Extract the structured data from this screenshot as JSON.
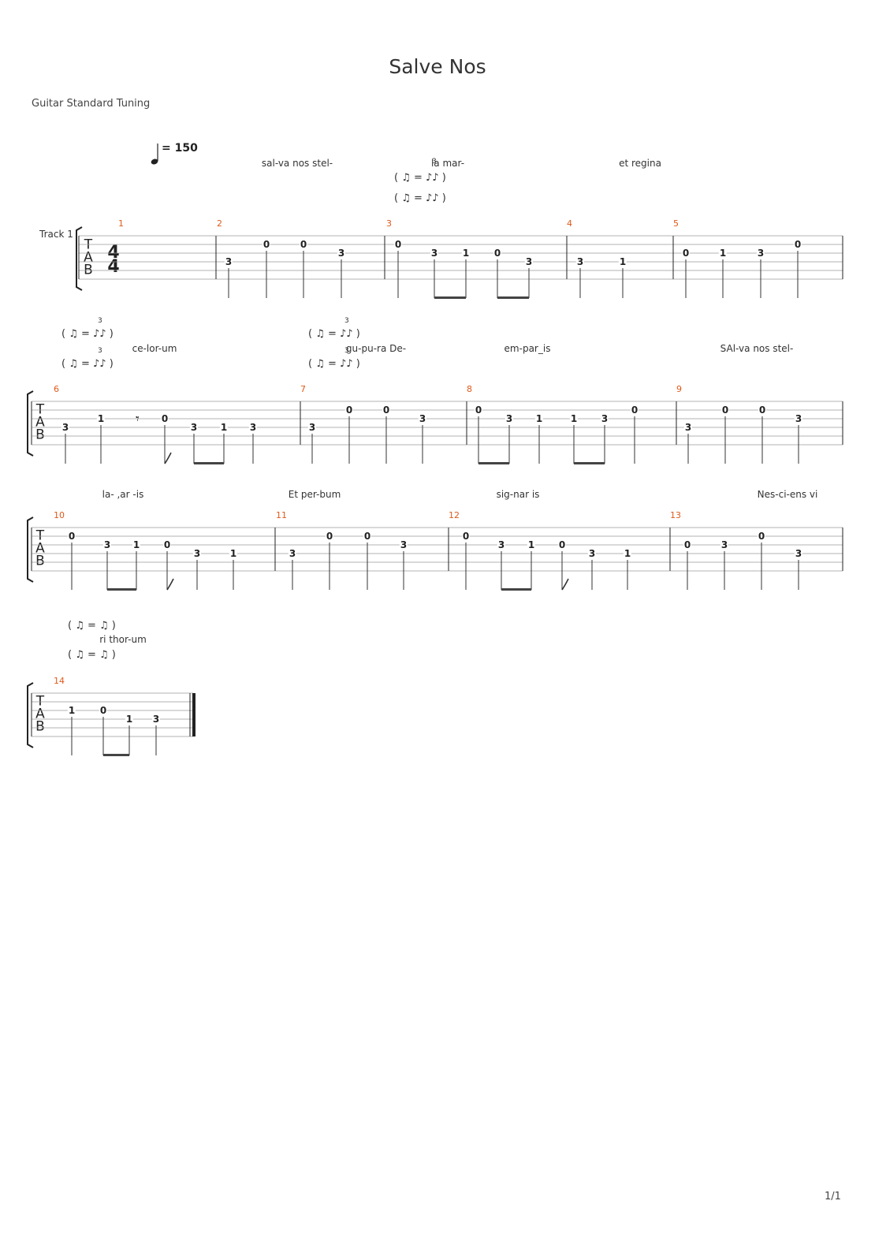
{
  "title": "Salve Nos",
  "tuning": "Guitar Standard Tuning",
  "track_label": "Track 1",
  "tempo": "= 150",
  "page_number": "1/1",
  "time_signature": "4/4",
  "tab_letters": [
    "T",
    "A",
    "B"
  ],
  "lyrics": [
    "sal-va nos stel-",
    "la mar-",
    "et regina",
    "ce-lor-um",
    "gu-pu-ra De-",
    "em-par_is",
    "SAl-va nos stel-",
    "la- ,ar -is",
    "Et per-bum",
    "sig-nar is",
    "Nes-ci-ens vi",
    "ri thor-um"
  ],
  "measure_numbers": [
    "1",
    "2",
    "3",
    "4",
    "5",
    "6",
    "7",
    "8",
    "9",
    "10",
    "11",
    "12",
    "13",
    "14"
  ],
  "frets": [
    "3",
    "0",
    "0",
    "3",
    "0",
    "3",
    "1",
    "0",
    "3",
    "3",
    "1",
    "0",
    "1",
    "3",
    "0",
    "3",
    "1",
    "0",
    "3",
    "1",
    "3",
    "3",
    "0",
    "0",
    "3",
    "0",
    "3",
    "1",
    "1",
    "3",
    "0",
    "3",
    "0",
    "0",
    "3",
    "0",
    "3",
    "1",
    "0",
    "3",
    "1",
    "3",
    "0",
    "0",
    "3",
    "0",
    "3",
    "1",
    "0",
    "3",
    "1",
    "0",
    "3",
    "0",
    "3",
    "1",
    "0",
    "1",
    "3"
  ],
  "feel_marks": [
    "3",
    "3",
    "3",
    "3",
    "3"
  ]
}
